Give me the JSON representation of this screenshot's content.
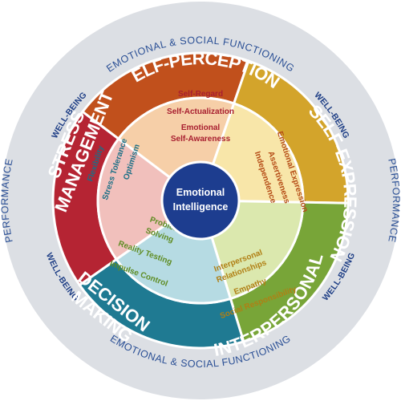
{
  "outer_ring": {
    "top": "EMOTIONAL & SOCIAL FUNCTIONING",
    "bottom": "EMOTIONAL & SOCIAL FUNCTIONING",
    "left": "PERFORMANCE",
    "right": "PERFORMANCE",
    "wellbeing_upper_left": "WELL-BEING",
    "wellbeing_upper_right": "WELL-BEING",
    "wellbeing_lower_left": "WELL-BEING",
    "wellbeing_lower_right": "WELL-BEING"
  },
  "center": {
    "line1": "Emotional",
    "line2": "Intelligence"
  },
  "composites": [
    {
      "key": "self_perception",
      "title_lines": [
        "SELF-PERCEPTION"
      ],
      "items": [
        "Self-Regard",
        "Self-Actualization",
        "Emotional",
        "Self-Awareness"
      ],
      "band_color": "#b52433",
      "wedge_color": "#f1c0bc",
      "text_color": "#a81e30"
    },
    {
      "key": "self_expression",
      "title_lines": [
        "SELF-EXPRESSION"
      ],
      "items": [
        "Emotional Expression",
        "Assertiveness",
        "Independence"
      ],
      "band_color": "#c1501c",
      "wedge_color": "#f6cfa8",
      "text_color": "#b54c16"
    },
    {
      "key": "interpersonal",
      "title_lines": [
        "INTERPERSONAL"
      ],
      "items": [
        "Interpersonal",
        "Relationships",
        "Empathy",
        "Social Responsibility"
      ],
      "band_color": "#d3a42b",
      "wedge_color": "#f8e6a9",
      "text_color": "#b07f14"
    },
    {
      "key": "decision_making",
      "title_lines": [
        "DECISION",
        "MAKING"
      ],
      "items": [
        "Problem",
        "Solving",
        "Reality Testing",
        "Impulse Control"
      ],
      "band_color": "#78a538",
      "wedge_color": "#dbe8ae",
      "text_color": "#5f8c23"
    },
    {
      "key": "stress_management",
      "title_lines": [
        "STRESS",
        "MANAGEMENT"
      ],
      "items": [
        "Flexibility",
        "Stress Tolerance",
        "Optimism"
      ],
      "band_color": "#1f7a92",
      "wedge_color": "#b6dbe3",
      "text_color": "#1b6f86"
    }
  ],
  "colors": {
    "outer_ring": "#dcdfe4",
    "outer_text": "#2a4f95",
    "center_fill": "#1d3d8f",
    "divider": "#ffffff"
  }
}
